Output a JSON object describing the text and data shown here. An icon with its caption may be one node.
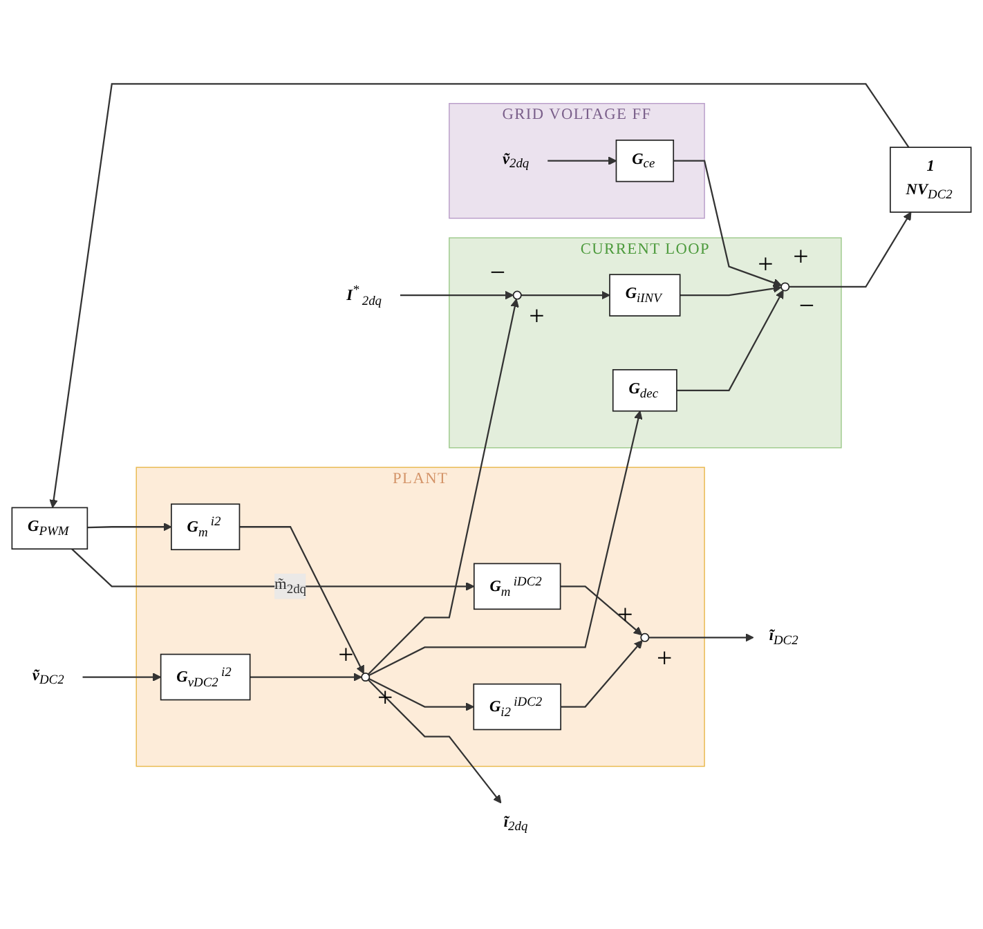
{
  "diagram": {
    "nodes": [
      {
        "text": [
          "PLANT"
        ]
      },
      {
        "text": [
          "G$_{m}$$^{iDC2}$"
        ],
        "in": 0
      },
      {
        "text": [
          "G$_{i2}$$^{iDC2}$"
        ],
        "in": 0
      },
      {
        "text": [],
        "shape": "circle",
        "in": 0,
        "beside": [
          "+",
          "+"
        ]
      },
      {
        "text": [
          "G$_{m}$$^{i2}$"
        ],
        "in": 0
      },
      {
        "text": [],
        "shape": "circle",
        "in": 0,
        "beside": [
          "+",
          "+"
        ]
      },
      {
        "text": [
          "G$_{vDC2}$$^{i2}$"
        ],
        "in": 0
      },
      {
        "text": [
          "G$_{PWM}$"
        ]
      },
      {
        "text": [
          "ṽ$_{DC2}$"
        ]
      },
      {
        "text": [
          "ĩ$_{DC2}$"
        ]
      },
      {
        "text": [
          "ĩ$_{2dq}$"
        ]
      },
      {
        "text": [
          "GRID VOLTAGE FF"
        ]
      },
      {
        "text": [
          "ṽ$_{2dq}$"
        ],
        "in": 11
      },
      {
        "text": [
          "G$_{ce}$"
        ],
        "in": 11
      },
      {
        "text": [
          "CURRENT LOOP"
        ]
      },
      {
        "text": [
          "G$_{dec}$"
        ],
        "in": 14
      },
      {
        "text": [
          "G$_{iINV}$"
        ],
        "in": 14
      },
      {
        "text": [],
        "shape": "circle",
        "in": 14,
        "beside": [
          "+",
          "+",
          "−"
        ]
      },
      {
        "text": [],
        "shape": "circle",
        "in": 14,
        "beside": [
          "−",
          "+"
        ]
      },
      {
        "text": [
          "1",
          "NV$_{DC2}$"
        ]
      },
      {
        "text": [
          "I$^{*}$$_{2dq}$"
        ]
      }
    ],
    "edges": [
      {
        "from": 7,
        "to": 1,
        "arrow": "to",
        "label": "m̃$_{2dq}$"
      },
      {
        "from": 7,
        "to": 4,
        "arrow": "to"
      },
      {
        "from": 1,
        "to": 3,
        "arrow": "to"
      },
      {
        "from": 2,
        "to": 3,
        "arrow": "to"
      },
      {
        "from": 3,
        "to": 9,
        "arrow": "to"
      },
      {
        "from": 4,
        "to": 5,
        "arrow": "to"
      },
      {
        "from": 6,
        "to": 5,
        "arrow": "to"
      },
      {
        "from": 8,
        "to": 6,
        "arrow": "to"
      },
      {
        "from": 5,
        "to": 10,
        "arrow": "to"
      },
      {
        "from": 5,
        "to": 2,
        "arrow": "to"
      },
      {
        "from": 5,
        "to": 15,
        "arrow": "to"
      },
      {
        "from": 5,
        "to": 18,
        "arrow": "to"
      },
      {
        "from": 20,
        "to": 18,
        "arrow": "to"
      },
      {
        "from": 18,
        "to": 16,
        "arrow": "to"
      },
      {
        "from": 16,
        "to": 17,
        "arrow": "to"
      },
      {
        "from": 15,
        "to": 17,
        "arrow": "to"
      },
      {
        "from": 12,
        "to": 13,
        "arrow": "to"
      },
      {
        "from": 13,
        "to": 17,
        "arrow": "to"
      },
      {
        "from": 17,
        "to": 19,
        "arrow": "to"
      },
      {
        "from": 19,
        "to": 7,
        "arrow": "to"
      }
    ]
  }
}
